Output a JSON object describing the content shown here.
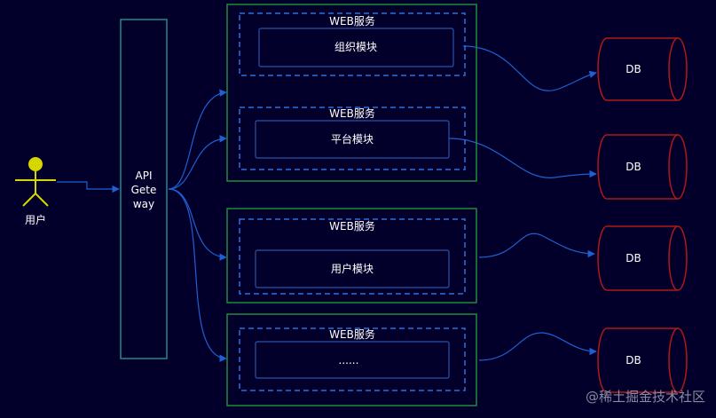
{
  "colors": {
    "background": "#02002a",
    "gateway_border": "#1f8a8a",
    "service_border": "#1f8a3c",
    "module_group_border": "#2f6fd8",
    "module_border": "#2c52a8",
    "db_border": "#b01818",
    "edge": "#1f5fd0",
    "actor": "#d6d600",
    "text": "#ffffff",
    "watermark": "#8a8aa0"
  },
  "actor": {
    "label": "用户",
    "icon": "person-icon"
  },
  "gateway": {
    "label_lines": [
      "API",
      "Gete",
      "way"
    ]
  },
  "services": [
    {
      "id": "s1",
      "groups": [
        {
          "title": "WEB服务",
          "module": "组织模块",
          "db": "DB"
        },
        {
          "title": "WEB服务",
          "module": "平台模块",
          "db": "DB"
        }
      ]
    },
    {
      "id": "s2",
      "groups": [
        {
          "title": "WEB服务",
          "module": "用户模块",
          "db": "DB"
        }
      ]
    },
    {
      "id": "s3",
      "groups": [
        {
          "title": "WEB服务",
          "module": "......",
          "db": "DB"
        }
      ]
    }
  ],
  "watermark": "@稀土掘金技术社区"
}
